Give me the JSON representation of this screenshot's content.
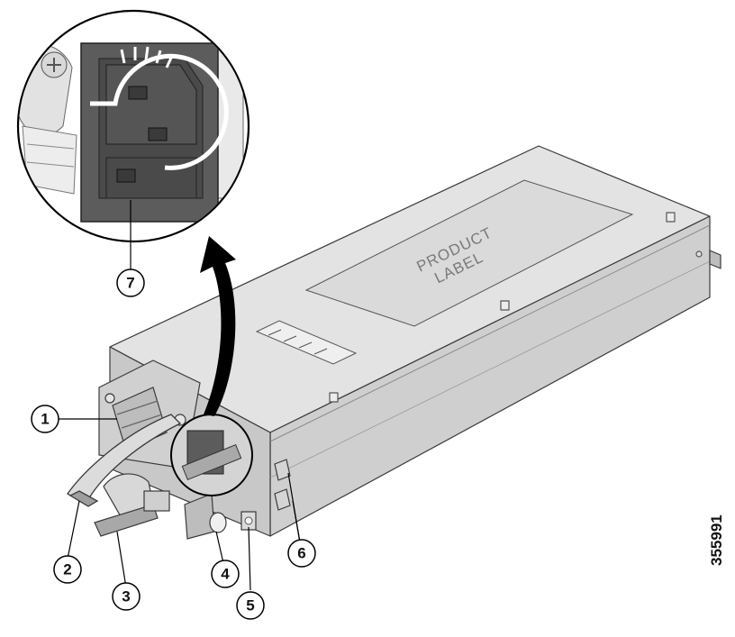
{
  "diagram": {
    "product_label_line1": "PRODUCT",
    "product_label_line2": "LABEL",
    "figure_id": "355991",
    "callouts": [
      {
        "id": "1",
        "label": "1"
      },
      {
        "id": "2",
        "label": "2"
      },
      {
        "id": "3",
        "label": "3"
      },
      {
        "id": "4",
        "label": "4"
      },
      {
        "id": "5",
        "label": "5"
      },
      {
        "id": "6",
        "label": "6"
      },
      {
        "id": "7",
        "label": "7"
      }
    ]
  },
  "colors": {
    "body_light": "#d6d6d6",
    "body_top": "#e3e3e3",
    "body_side": "#c4c4c4",
    "outline": "#3a3a3a",
    "socket_dark": "#5c5c5c",
    "arrow": "#000000"
  }
}
